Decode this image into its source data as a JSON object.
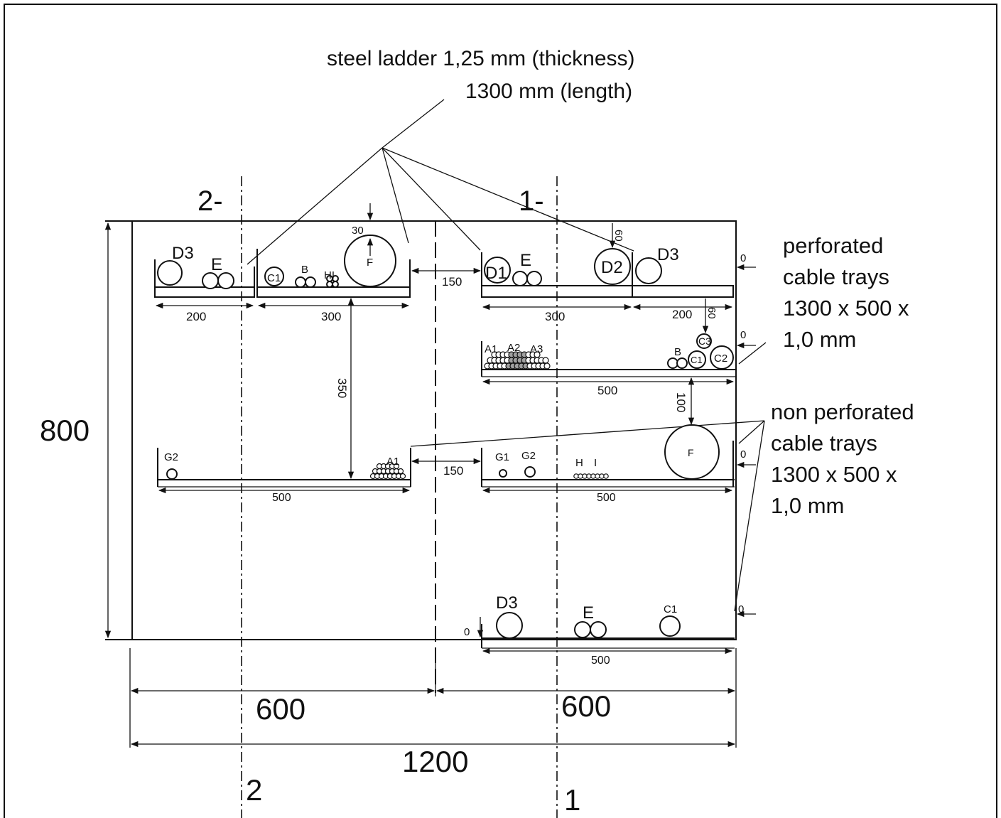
{
  "labels": {
    "ladder_note_1": "steel ladder 1,25 mm (thickness)",
    "ladder_note_2": "1300 mm (length)",
    "perf_1": "perforated",
    "perf_2": "cable trays",
    "perf_3": "1300 x 500 x",
    "perf_4": "1,0 mm",
    "nonperf_1": "non perforated",
    "nonperf_2": "cable trays",
    "nonperf_3": "1300 x 500 x",
    "nonperf_4": "1,0 mm",
    "sec2_top": "2-",
    "sec1_top": "1-",
    "sec2_bottom": "2",
    "sec1_bottom": "1"
  },
  "dimensions": {
    "height": "800",
    "half_left": "600",
    "half_right": "600",
    "total": "1200",
    "d200_l": "200",
    "d300_l": "300",
    "d300_r": "300",
    "d200_r": "200",
    "d150_top": "150",
    "d150_mid": "150",
    "d350": "350",
    "d500_perf": "500",
    "d500_mid_l": "500",
    "d500_mid_r": "500",
    "d500_bottom": "500",
    "d100": "100",
    "d60_top": "60",
    "d60_side": "60",
    "d30": "30",
    "z1": "0",
    "z2": "0",
    "z3": "0",
    "z4": "0",
    "z5": "0"
  },
  "cables": {
    "d3_tl": "D3",
    "e_tl": "E",
    "c1_t": "C1",
    "b_t": "B",
    "hi_t": "HI",
    "f_t": "F",
    "d1_t": "D1",
    "e_tr": "E",
    "d2_t": "D2",
    "d3_tr": "D3",
    "a1_p": "A1",
    "a2_p": "A2",
    "a3_p": "A3",
    "b_p": "B",
    "c1_p": "C1",
    "c2_p": "C2",
    "c3_p": "C3",
    "g2_ml": "G2",
    "a1_ml": "A1",
    "g1_mr": "G1",
    "g2_mr": "G2",
    "h_mr": "H",
    "i_mr": "I",
    "f_mr": "F",
    "d3_b": "D3",
    "e_b": "E",
    "c1_b": "C1"
  }
}
